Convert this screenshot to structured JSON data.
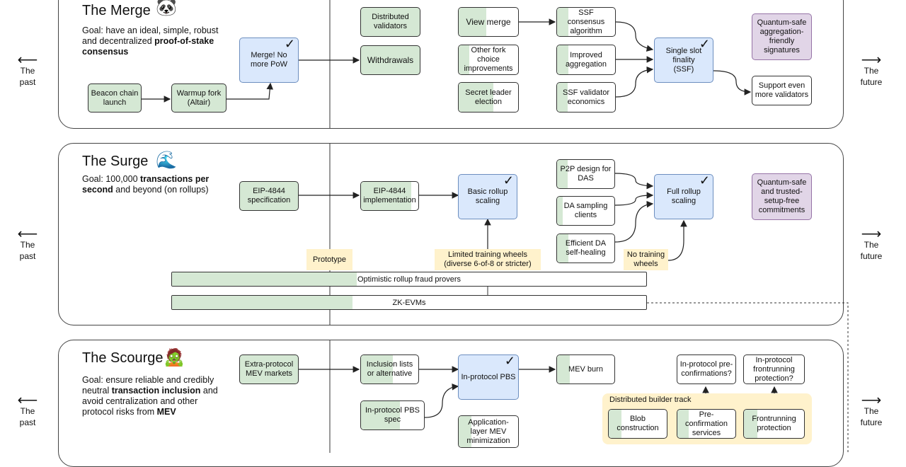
{
  "sides": {
    "past": "The past",
    "future": "The future"
  },
  "merge": {
    "title": "The Merge",
    "goal_plain": "Goal: have an ideal, simple, robust and decentralized ",
    "goal_bold": "proof-of-stake consensus",
    "nodes": {
      "beacon": "Beacon chain launch",
      "warmup": "Warmup fork (Altair)",
      "merge": "Merge! No more PoW",
      "distributed": "Distributed validators",
      "withdrawals": "Withdrawals",
      "viewmerge": "View merge",
      "otherfork": "Other fork choice improvements",
      "secretleader": "Secret leader election",
      "ssfconsensus": "SSF consensus algorithm",
      "improvedagg": "Improved aggregation",
      "ssfvalidator": "SSF validator economics",
      "ssf": "Single slot finality (SSF)",
      "quantum": "Quantum-safe aggregation-friendly signatures",
      "support": "Support even more validators"
    }
  },
  "surge": {
    "title": "The Surge",
    "goal_plain1": "Goal: 100,000 ",
    "goal_bold": "transactions per second",
    "goal_plain2": " and beyond (on rollups)",
    "nodes": {
      "eipspec": "EIP-4844 specification",
      "eipimpl": "EIP-4844 implementation",
      "basic": "Basic rollup scaling",
      "p2p": "P2P design for DAS",
      "dasampling": "DA sampling clients",
      "efficient": "Efficient DA self-healing",
      "full": "Full rollup scaling",
      "quantum": "Quantum-safe and trusted-setup-free commitments"
    },
    "labels": {
      "prototype": "Prototype",
      "limited": "Limited training wheels (diverse 6-of-8 or stricter)",
      "notraining": "No training wheels"
    },
    "tracks": {
      "optimistic": "Optimistic rollup fraud provers",
      "zk": "ZK-EVMs"
    }
  },
  "scourge": {
    "title": "The Scourge",
    "goal_plain1": "Goal: ensure reliable and credibly neutral ",
    "goal_bold1": "transaction inclusion",
    "goal_plain2": " and avoid centralization and other protocol risks from ",
    "goal_bold2": "MEV",
    "nodes": {
      "extra": "Extra-protocol MEV markets",
      "inclusion": "Inclusion lists or alternative",
      "pbsspec": "In-protocol PBS spec",
      "pbs": "In-protocol PBS",
      "applayer": "Application-layer MEV minimization",
      "mevburn": "MEV burn",
      "preconf": "In-protocol pre-confirmations?",
      "frontprot": "In-protocol frontrunning protection?",
      "blob": "Blob construction",
      "preconfserv": "Pre-confirmation services",
      "frontprotection": "Frontrunning protection"
    },
    "builder_track": "Distributed builder track"
  },
  "checkmark": "✓",
  "colors": {
    "done": "#d5e8d4",
    "milestone": "#dae8fc",
    "research": "#e1d5e7",
    "label": "#fff2cc"
  }
}
